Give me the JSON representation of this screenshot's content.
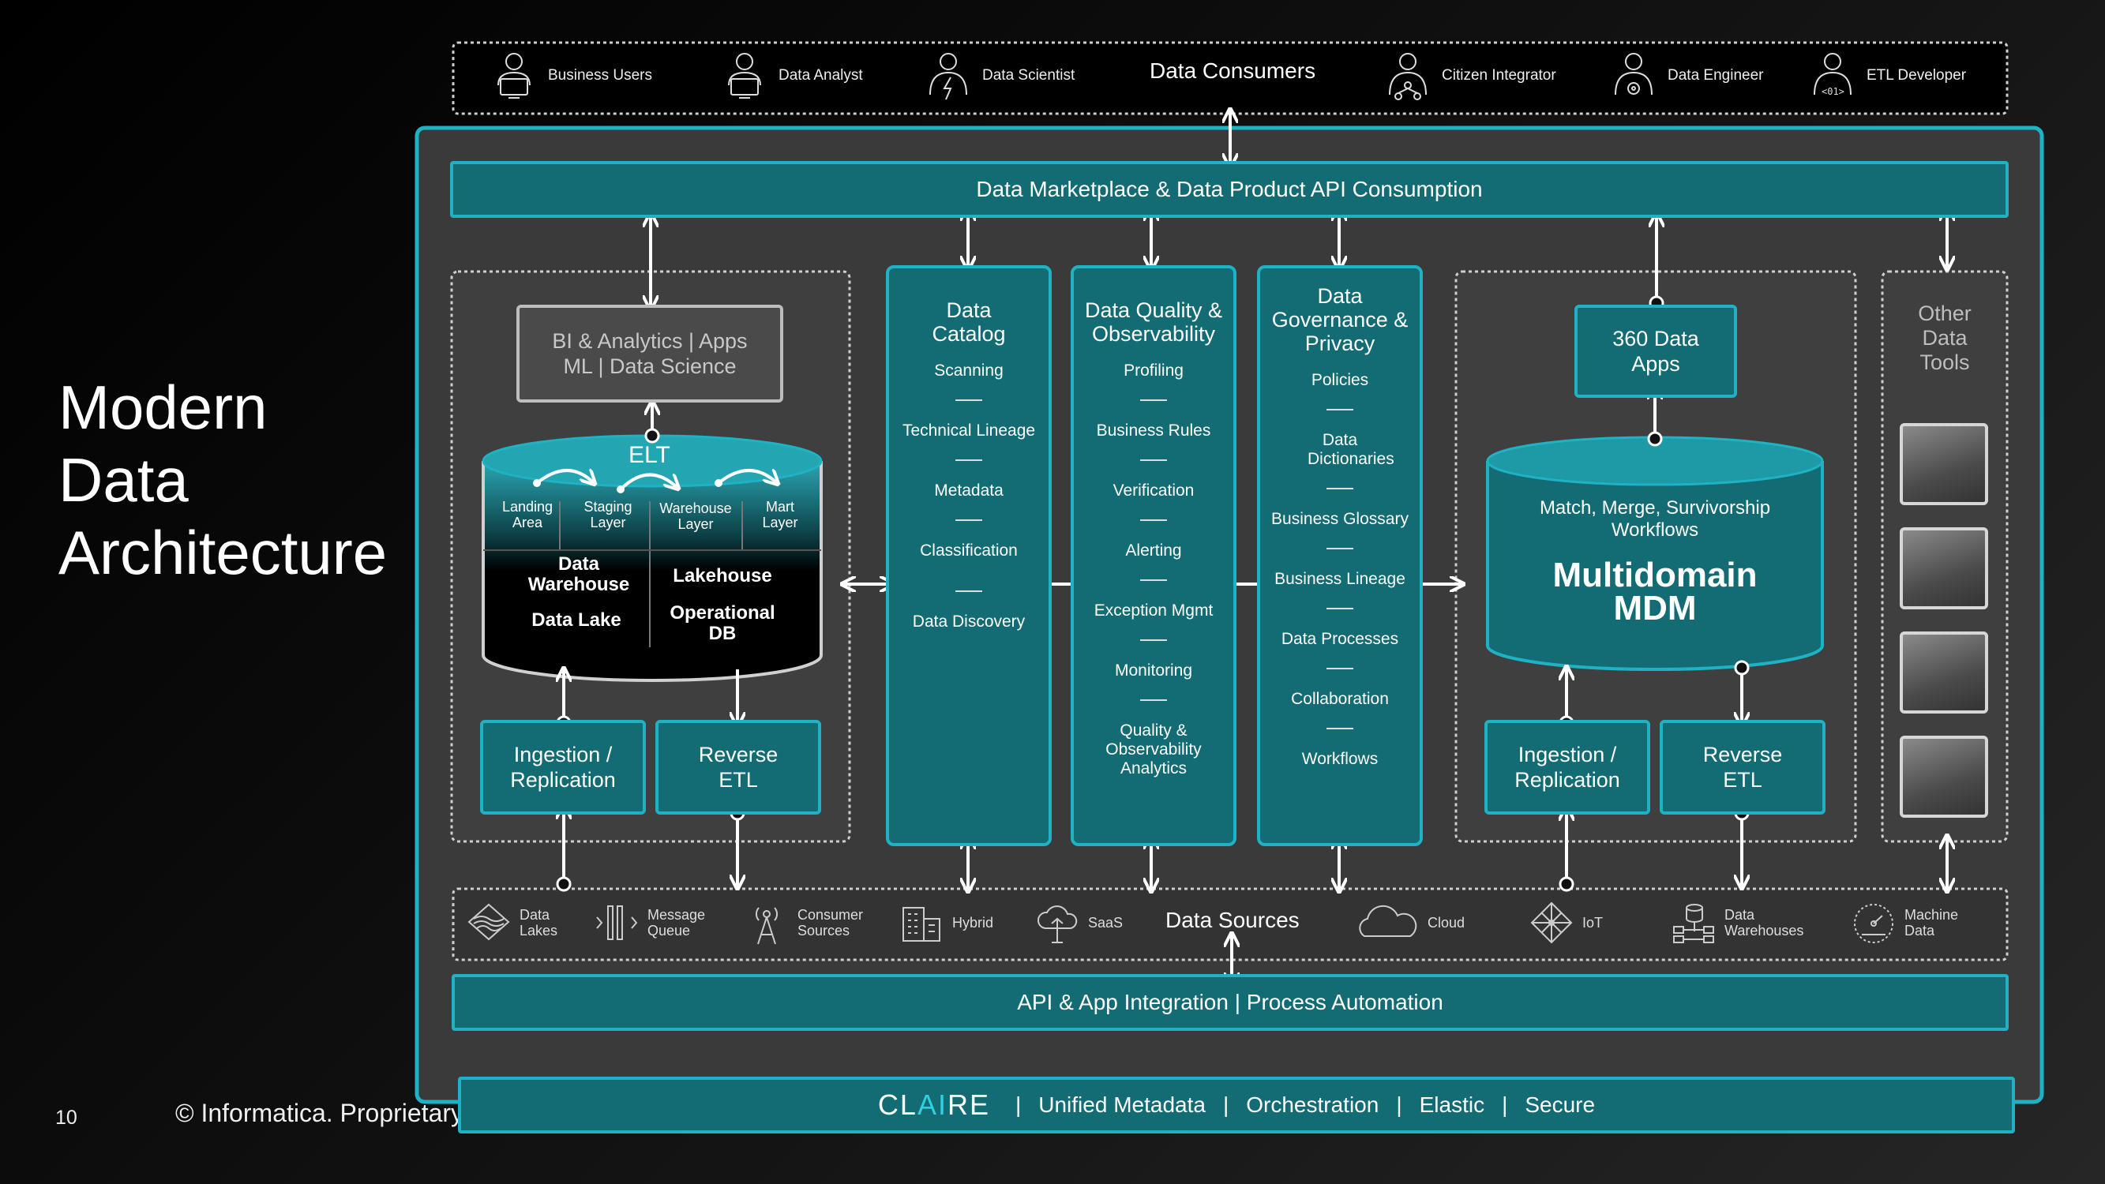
{
  "slide": {
    "title_lines": [
      "Modern",
      "Data",
      "Architecture"
    ],
    "page_number": "10",
    "copyright": "© Informatica. Proprietary"
  },
  "consumers": {
    "title": "Data Consumers",
    "items": [
      {
        "label": "Business Users",
        "icon": "user-monitor-icon"
      },
      {
        "label": "Data Analyst",
        "icon": "user-monitor-icon"
      },
      {
        "label": "Data Scientist",
        "icon": "user-lightning-icon"
      },
      {
        "label": "Citizen Integrator",
        "icon": "user-network-icon"
      },
      {
        "label": "Data Engineer",
        "icon": "user-gear-icon"
      },
      {
        "label": "ETL Developer",
        "icon": "user-code-icon"
      }
    ]
  },
  "marketplace": "Data Marketplace & Data Product API Consumption",
  "left_zone": {
    "bi_lines": [
      "BI & Analytics | Apps",
      "ML | Data Science"
    ],
    "elt": "ELT",
    "layers": [
      {
        "l1": "Landing",
        "l2": "Area"
      },
      {
        "l1": "Staging",
        "l2": "Layer"
      },
      {
        "l1": "Warehouse",
        "l2": "Layer"
      },
      {
        "l1": "Mart",
        "l2": "Layer"
      }
    ],
    "stores": {
      "dw1": "Data",
      "dw2": "Warehouse",
      "lakehouse": "Lakehouse",
      "datalake": "Data Lake",
      "opdb1": "Operational",
      "opdb2": "DB"
    },
    "ingestion": [
      "Ingestion /",
      "Replication"
    ],
    "reverse": [
      "Reverse",
      "ETL"
    ]
  },
  "pillars": [
    {
      "title": [
        "Data",
        "Catalog"
      ],
      "items": [
        "Scanning",
        "Technical Lineage",
        "Metadata",
        "Classification",
        "Data Discovery"
      ]
    },
    {
      "title": [
        "Data Quality &",
        "Observability"
      ],
      "items": [
        "Profiling",
        "Business Rules",
        "Verification",
        "Alerting",
        "Exception Mgmt",
        "Monitoring",
        "Quality & Observability Analytics"
      ]
    },
    {
      "title": [
        "Data",
        "Governance &",
        "Privacy"
      ],
      "items": [
        "Policies",
        "Data Dictionaries",
        "Business Glossary",
        "Business Lineage",
        "Data Processes",
        "Collaboration",
        "Workflows"
      ]
    }
  ],
  "mdm_zone": {
    "apps": [
      "360 Data",
      "Apps"
    ],
    "workflow": [
      "Match, Merge, Survivorship",
      "Workflows"
    ],
    "mdm": [
      "Multidomain",
      "MDM"
    ],
    "ingestion": [
      "Ingestion /",
      "Replication"
    ],
    "reverse": [
      "Reverse",
      "ETL"
    ]
  },
  "other_tools": [
    "Other",
    "Data",
    "Tools"
  ],
  "sources": {
    "title": "Data Sources",
    "items": [
      {
        "l1": "Data",
        "l2": "Lakes",
        "icon": "layers-icon"
      },
      {
        "l1": "Message",
        "l2": "Queue",
        "icon": "queue-icon"
      },
      {
        "l1": "Consumer",
        "l2": "Sources",
        "icon": "antenna-icon"
      },
      {
        "l1": "Hybrid",
        "l2": "",
        "icon": "building-icon"
      },
      {
        "l1": "SaaS",
        "l2": "",
        "icon": "cloud-upload-icon"
      },
      {
        "l1": "Cloud",
        "l2": "",
        "icon": "cloud-icon"
      },
      {
        "l1": "IoT",
        "l2": "",
        "icon": "iot-grid-icon"
      },
      {
        "l1": "Data",
        "l2": "Warehouses",
        "icon": "database-network-icon"
      },
      {
        "l1": "Machine",
        "l2": "Data",
        "icon": "gauge-icon"
      }
    ]
  },
  "api_bar": "API & App Integration | Process Automation",
  "claire": {
    "logo_pre": "CL",
    "logo_ai": "AI",
    "logo_post": "RE",
    "items": [
      "Unified Metadata",
      "Orchestration",
      "Elastic",
      "Secure"
    ],
    "sep": "|"
  },
  "colors": {
    "teal_fill": "#136b73",
    "teal_border": "#1eb2c4",
    "panel": "#3c3c3c",
    "claire_ai": "#2fd0e0"
  }
}
